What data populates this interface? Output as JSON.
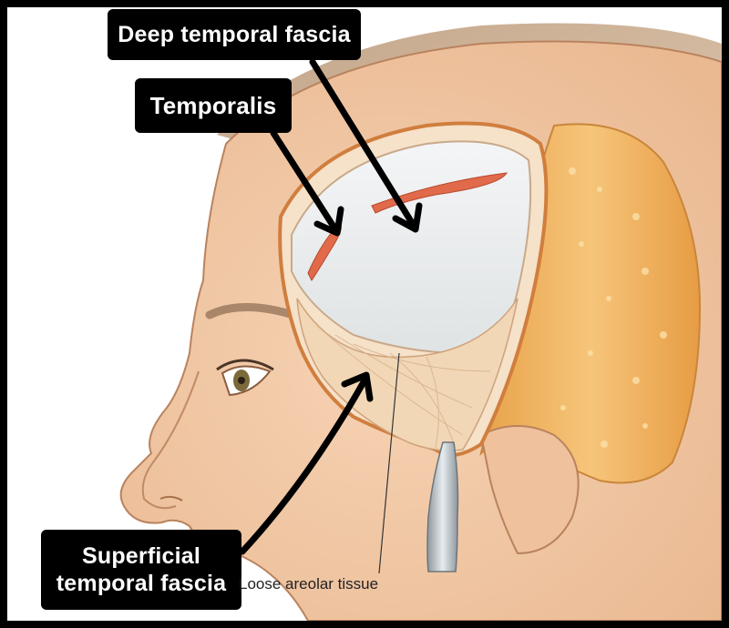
{
  "labels": {
    "deep_temporal_fascia": "Deep temporal fascia",
    "temporalis": "Temporalis",
    "superficial_line1": "Superficial",
    "superficial_line2": "temporal fascia",
    "loose_areolar_tissue": "Loose areolar tissue"
  },
  "colors": {
    "skin": "#f2c9a5",
    "skin_outline": "#b9835e",
    "hair": "#c8a98a",
    "fascia": "#eceeef",
    "muscle": "#e06a4a",
    "fat": "#f0b25a",
    "label_bg": "#000000",
    "label_text": "#ffffff"
  }
}
